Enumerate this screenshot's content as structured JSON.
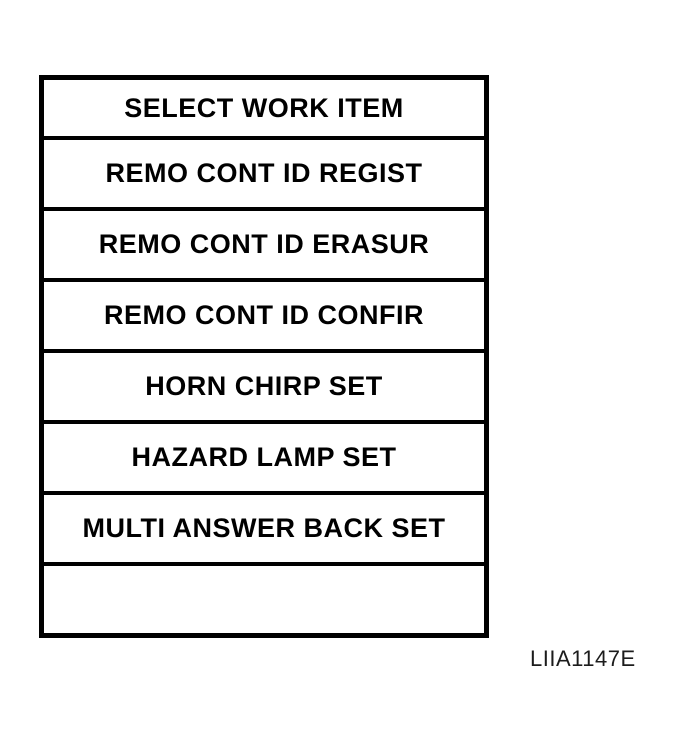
{
  "menu": {
    "header": "SELECT WORK ITEM",
    "items": [
      "REMO CONT ID REGIST",
      "REMO CONT ID ERASUR",
      "REMO CONT ID CONFIR",
      "HORN CHIRP SET",
      "HAZARD LAMP SET",
      "MULTI ANSWER BACK SET",
      ""
    ]
  },
  "figure_label": "LIIA1147E",
  "colors": {
    "ink": "#000000",
    "paper": "#ffffff",
    "figure_label_ink": "#1c1c1c"
  }
}
